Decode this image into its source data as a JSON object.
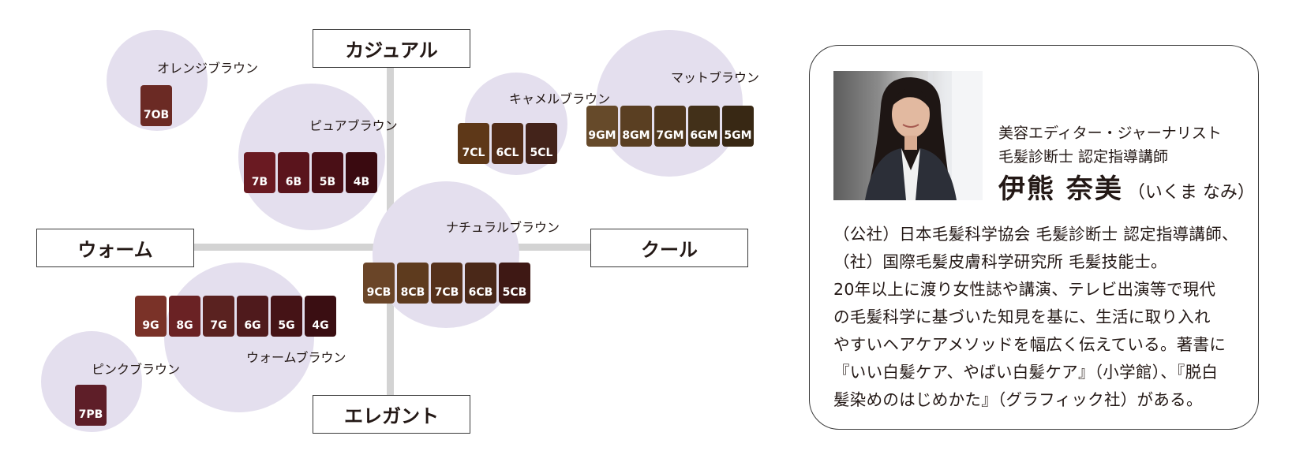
{
  "axes": {
    "top": "カジュアル",
    "bottom": "エレガント",
    "left": "ウォーム",
    "right": "クール"
  },
  "groups": [
    {
      "key": "orange",
      "name": "オレンジブラウン",
      "swatches": [
        {
          "code": "7OB",
          "color": "#6b2a24"
        }
      ]
    },
    {
      "key": "pure",
      "name": "ピュアブラウン",
      "swatches": [
        {
          "code": "7B",
          "color": "#6a1a22"
        },
        {
          "code": "6B",
          "color": "#5a141c"
        },
        {
          "code": "5B",
          "color": "#4a0f16"
        },
        {
          "code": "4B",
          "color": "#3a0a10"
        }
      ]
    },
    {
      "key": "camel",
      "name": "キャメルブラウン",
      "swatches": [
        {
          "code": "7CL",
          "color": "#5e3818"
        },
        {
          "code": "6CL",
          "color": "#512c18"
        },
        {
          "code": "5CL",
          "color": "#43231a"
        }
      ]
    },
    {
      "key": "matt",
      "name": "マットブラウン",
      "swatches": [
        {
          "code": "9GM",
          "color": "#664a2a"
        },
        {
          "code": "8GM",
          "color": "#5a3f22"
        },
        {
          "code": "7GM",
          "color": "#4e361c"
        },
        {
          "code": "6GM",
          "color": "#423019"
        },
        {
          "code": "5GM",
          "color": "#382814"
        }
      ]
    },
    {
      "key": "natural",
      "name": "ナチュラルブラウン",
      "swatches": [
        {
          "code": "9CB",
          "color": "#6a4528"
        },
        {
          "code": "8CB",
          "color": "#5e3b1e"
        },
        {
          "code": "7CB",
          "color": "#55301a"
        },
        {
          "code": "6CB",
          "color": "#4a2818"
        },
        {
          "code": "5CB",
          "color": "#3e1814"
        }
      ]
    },
    {
      "key": "warm",
      "name": "ウォームブラウン",
      "swatches": [
        {
          "code": "9G",
          "color": "#7a3228"
        },
        {
          "code": "8G",
          "color": "#6a2224"
        },
        {
          "code": "7G",
          "color": "#5a2220"
        },
        {
          "code": "6G",
          "color": "#4f1a1c"
        },
        {
          "code": "5G",
          "color": "#451316"
        },
        {
          "code": "4G",
          "color": "#3a0e12"
        }
      ]
    },
    {
      "key": "pink",
      "name": "ピンクブラウン",
      "swatches": [
        {
          "code": "7PB",
          "color": "#5e1e28"
        }
      ]
    }
  ],
  "profile": {
    "role1": "美容エディター・ジャーナリスト",
    "role2": "毛髪診断士 認定指導講師",
    "name": "伊熊 奈美",
    "reading": "（いくま なみ）",
    "bio": [
      "（公社）日本毛髪科学協会  毛髪診断士  認定指導講師、",
      "（社）国際毛髪皮膚科学研究所 毛髪技能士。",
      "20年以上に渡り女性誌や講演、テレビ出演等で現代",
      "の毛髪科学に基づいた知見を基に、生活に取り入れ",
      "やすいヘアケアメソッドを幅広く伝えている。著書に",
      "『いい白髪ケア、やばい白髪ケア』（小学館）、『脱白",
      "髪染めのはじめかた』（グラフィック社）がある。"
    ]
  }
}
